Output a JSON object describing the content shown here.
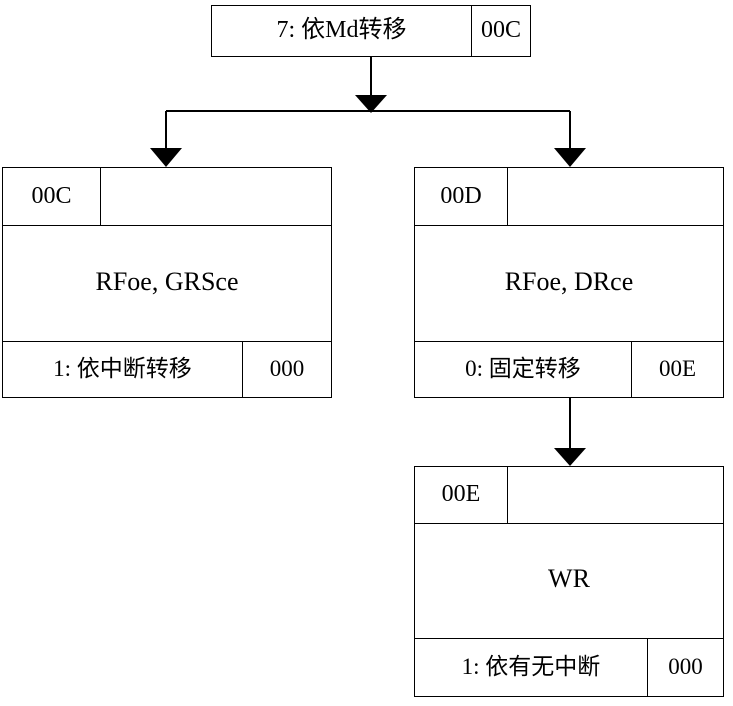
{
  "diagram": {
    "type": "flowchart",
    "background_color": "#FFFFFF",
    "line_color": "#000000",
    "nodes": {
      "root": {
        "label": "7: 依Md转移",
        "address": "00C"
      },
      "left": {
        "address": "00C",
        "body": "RFoe, GRSce",
        "footer_label": "1: 依中断转移",
        "footer_address": "000"
      },
      "right": {
        "address": "00D",
        "body": "RFoe, DRce",
        "footer_label": "0: 固定转移",
        "footer_address": "00E"
      },
      "bottom": {
        "address": "00E",
        "body": "WR",
        "footer_label": "1: 依有无中断",
        "footer_address": "000"
      }
    },
    "edges": [
      {
        "from": "root",
        "to": "split-point",
        "arrow": "down"
      },
      {
        "from": "split-point",
        "to": "left",
        "arrow": "down"
      },
      {
        "from": "split-point",
        "to": "right",
        "arrow": "down"
      },
      {
        "from": "right",
        "to": "bottom",
        "arrow": "down"
      }
    ]
  }
}
